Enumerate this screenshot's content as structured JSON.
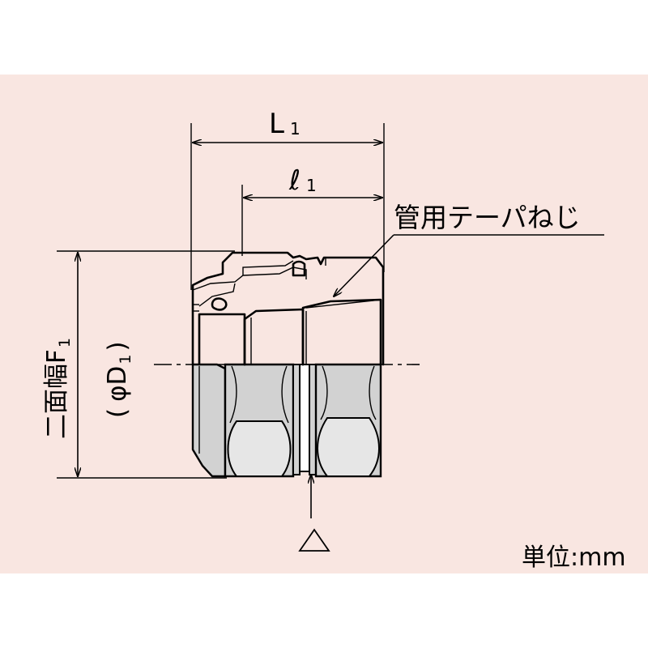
{
  "labels": {
    "length_total_main": "L",
    "length_total_sub": "1",
    "length_thread_main": "ℓ",
    "length_thread_sub": "1",
    "thread_type": "管用テーパねじ",
    "width_across_flats": "二面幅F",
    "width_across_flats_sub": "1",
    "diameter_open": "(",
    "diameter_main": "φD",
    "diameter_sub": "1",
    "diameter_close": ")",
    "unit": "単位:mm"
  },
  "colors": {
    "background": "#f9e6e1",
    "metal_fill": "#d2d2d2",
    "metal_light": "#ffffff",
    "line": "#000000"
  },
  "icons": {
    "marking_symbol": "triangle-outline-icon"
  }
}
